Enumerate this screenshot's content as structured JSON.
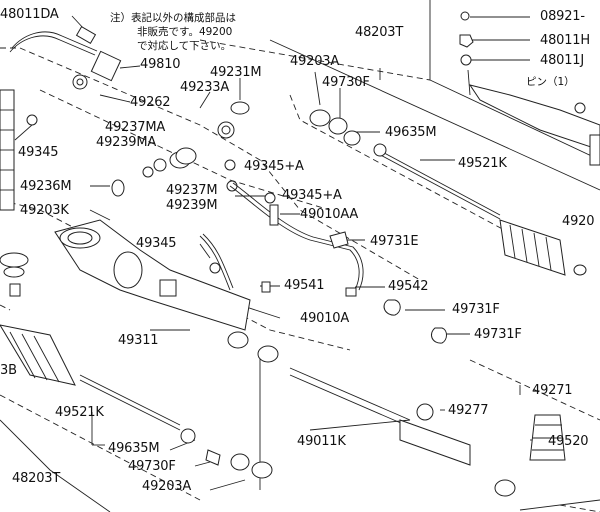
{
  "note": {
    "line1": "注）表記以外の構成部品は",
    "line2": "非販売です。49200",
    "line3": "で対応して下さい。",
    "pin": "ピン（1）"
  },
  "labels": [
    {
      "id": "48011DA",
      "text": "48011DA"
    },
    {
      "id": "49810",
      "text": "49810"
    },
    {
      "id": "49262",
      "text": "49262"
    },
    {
      "id": "49231M",
      "text": "49231M"
    },
    {
      "id": "49233A",
      "text": "49233A"
    },
    {
      "id": "49237MA",
      "text": "49237MA"
    },
    {
      "id": "49239MA",
      "text": "49239MA"
    },
    {
      "id": "49345-left",
      "text": "49345"
    },
    {
      "id": "49236M",
      "text": "49236M"
    },
    {
      "id": "49203K",
      "text": "49203K"
    },
    {
      "id": "49237M",
      "text": "49237M"
    },
    {
      "id": "49239M",
      "text": "49239M"
    },
    {
      "id": "49345A-1",
      "text": "49345+A"
    },
    {
      "id": "49345A-2",
      "text": "49345+A"
    },
    {
      "id": "49010AA",
      "text": "49010AA"
    },
    {
      "id": "49345-mid",
      "text": "49345"
    },
    {
      "id": "49541",
      "text": "49541"
    },
    {
      "id": "49010A",
      "text": "49010A"
    },
    {
      "id": "49311",
      "text": "49311"
    },
    {
      "id": "48203T-top",
      "text": "48203T"
    },
    {
      "id": "49203A-top",
      "text": "49203A"
    },
    {
      "id": "49730F-top",
      "text": "49730F"
    },
    {
      "id": "49635M-top",
      "text": "49635M"
    },
    {
      "id": "49521K-top",
      "text": "49521K"
    },
    {
      "id": "49731E",
      "text": "49731E"
    },
    {
      "id": "49542",
      "text": "49542"
    },
    {
      "id": "49731F-1",
      "text": "49731F"
    },
    {
      "id": "49731F-2",
      "text": "49731F"
    },
    {
      "id": "08921",
      "text": "08921-"
    },
    {
      "id": "48011H",
      "text": "48011H"
    },
    {
      "id": "48011J",
      "text": "48011J"
    },
    {
      "id": "49203-right",
      "text": "4920"
    },
    {
      "id": "49271",
      "text": "49271"
    },
    {
      "id": "49277",
      "text": "49277"
    },
    {
      "id": "49011K",
      "text": "49011K"
    },
    {
      "id": "49520",
      "text": "49520"
    },
    {
      "id": "3B",
      "text": "3B"
    },
    {
      "id": "49521K-bot",
      "text": "49521K"
    },
    {
      "id": "49635M-bot",
      "text": "49635M"
    },
    {
      "id": "49730F-bot",
      "text": "49730F"
    },
    {
      "id": "48203T-bot",
      "text": "48203T"
    },
    {
      "id": "49203A-bot",
      "text": "49203A"
    }
  ]
}
